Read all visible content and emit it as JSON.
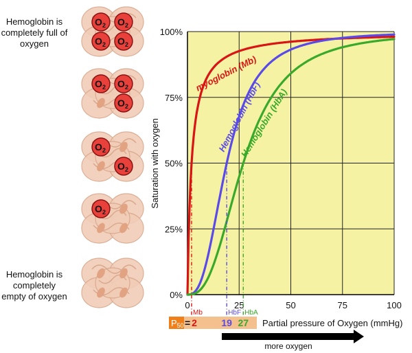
{
  "captions": {
    "full": "Hemoglobin is completely full of oxygen",
    "empty": "Hemoglobin is completely empty of oxygen"
  },
  "molecules": [
    {
      "o2_count": 4
    },
    {
      "o2_count": 3
    },
    {
      "o2_count": 2
    },
    {
      "o2_count": 1
    },
    {
      "o2_count": 0
    }
  ],
  "o2_label": "O",
  "o2_sub": "2",
  "colors": {
    "plot_bg": "#f5f3a3",
    "grid": "#222222",
    "mb": "#d91414",
    "hbf": "#5a4ae8",
    "hba": "#3aa82a",
    "p50_box": "#f3c08e",
    "p50_label_bg": "#ef7f1a",
    "o2_fill": "#e8403a",
    "protein": "#f1cdb8"
  },
  "chart_data": {
    "type": "line",
    "xlabel": "Partial pressure of Oxygen (mmHg)",
    "ylabel": "Saturation with oxygen",
    "xlim": [
      0,
      100
    ],
    "ylim": [
      0,
      100
    ],
    "x_ticks": [
      0,
      25,
      50,
      75,
      100
    ],
    "x_tick_labels": [
      "0",
      "25",
      "50",
      "75",
      "100"
    ],
    "y_ticks": [
      0,
      25,
      50,
      75,
      100
    ],
    "y_tick_labels": [
      "0%",
      "25%",
      "50%",
      "75%",
      "100%"
    ],
    "grid": true,
    "series": [
      {
        "key": "mb",
        "name": "myoglobin (Mb)",
        "p50": 2,
        "hill_n": 1.0,
        "x": [
          0,
          1,
          2,
          3,
          5,
          8,
          15,
          25,
          50,
          75,
          100
        ],
        "y": [
          0,
          33,
          50,
          60,
          71,
          80,
          88,
          93,
          96,
          98,
          99
        ]
      },
      {
        "key": "hbf",
        "name": "Hemoglobin (HbF)",
        "p50": 19,
        "hill_n": 2.7,
        "x": [
          0,
          5,
          10,
          15,
          19,
          25,
          30,
          40,
          50,
          75,
          100
        ],
        "y": [
          0,
          3,
          15,
          34,
          50,
          68,
          77,
          88,
          93,
          98,
          99
        ]
      },
      {
        "key": "hba",
        "name": "Hemoglobin (HbA)",
        "p50": 27,
        "hill_n": 2.7,
        "x": [
          0,
          10,
          15,
          20,
          27,
          35,
          40,
          50,
          60,
          75,
          100
        ],
        "y": [
          0,
          7,
          17,
          32,
          50,
          65,
          74,
          84,
          90,
          95,
          99
        ]
      }
    ],
    "p50": {
      "label": "P",
      "label_sub": "50",
      "equals": "=",
      "values": [
        {
          "key": "mb",
          "value": "2",
          "tag": "Mb"
        },
        {
          "key": "hbf",
          "value": "19",
          "tag": "HbF"
        },
        {
          "key": "hba",
          "value": "27",
          "tag": "HbA"
        }
      ]
    },
    "arrow_label": "more oxygen"
  }
}
